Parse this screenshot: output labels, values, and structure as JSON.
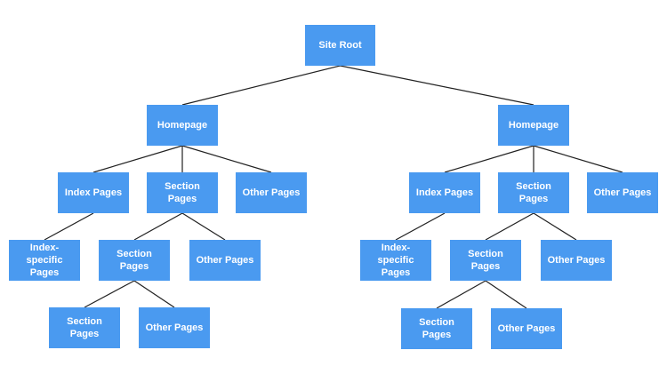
{
  "diagram": {
    "colors": {
      "node_fill": "#4A9AF0",
      "node_text": "#FFFFFF",
      "connector": "#222222",
      "background": "#FFFFFF"
    },
    "nodes": {
      "root": "Site Root",
      "left_homepage": "Homepage",
      "left_index": "Index Pages",
      "left_section": "Section Pages",
      "left_other": "Other Pages",
      "left_index_specific": "Index-specific Pages",
      "left_sub_section": "Section Pages",
      "left_sub_other": "Other Pages",
      "left_leaf_section": "Section Pages",
      "left_leaf_other": "Other Pages",
      "right_homepage": "Homepage",
      "right_index": "Index Pages",
      "right_section": "Section Pages",
      "right_other": "Other Pages",
      "right_index_specific": "Index-specific Pages",
      "right_sub_section": "Section Pages",
      "right_sub_other": "Other Pages",
      "right_leaf_section": "Section Pages",
      "right_leaf_other": "Other Pages"
    },
    "edges": [
      [
        "root",
        "left_homepage"
      ],
      [
        "root",
        "right_homepage"
      ],
      [
        "left_homepage",
        "left_index"
      ],
      [
        "left_homepage",
        "left_section"
      ],
      [
        "left_homepage",
        "left_other"
      ],
      [
        "left_index",
        "left_index_specific"
      ],
      [
        "left_section",
        "left_sub_section"
      ],
      [
        "left_section",
        "left_sub_other"
      ],
      [
        "left_sub_section",
        "left_leaf_section"
      ],
      [
        "left_sub_section",
        "left_leaf_other"
      ],
      [
        "right_homepage",
        "right_index"
      ],
      [
        "right_homepage",
        "right_section"
      ],
      [
        "right_homepage",
        "right_other"
      ],
      [
        "right_index",
        "right_index_specific"
      ],
      [
        "right_section",
        "right_sub_section"
      ],
      [
        "right_section",
        "right_sub_other"
      ],
      [
        "right_sub_section",
        "right_leaf_section"
      ],
      [
        "right_sub_section",
        "right_leaf_other"
      ]
    ]
  }
}
